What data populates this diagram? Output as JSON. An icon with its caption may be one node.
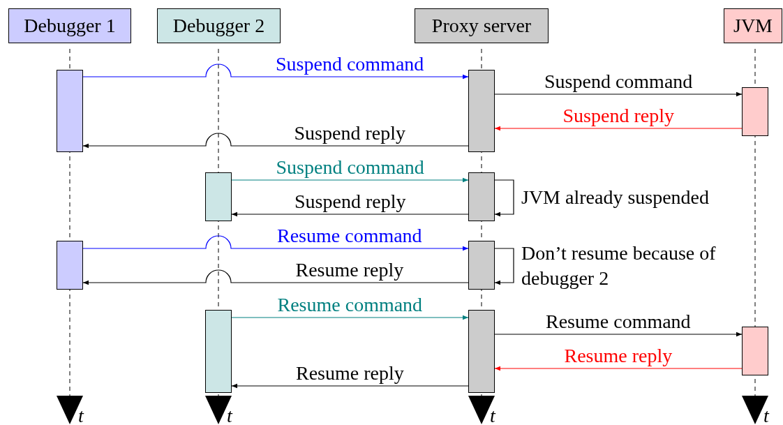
{
  "diagram": {
    "nodes": [
      {
        "text": [
          "Debugger 1"
        ]
      },
      {
        "text": [
          "Debugger 2"
        ]
      },
      {
        "text": [
          "Proxy server"
        ]
      },
      {
        "text": [
          "JVM"
        ]
      },
      {
        "text": [],
        "shape": "bar"
      },
      {
        "text": [],
        "shape": "bar"
      },
      {
        "text": [],
        "shape": "bar"
      },
      {
        "text": [],
        "shape": "bar"
      },
      {
        "text": [],
        "shape": "bar"
      },
      {
        "text": [],
        "shape": "bar"
      },
      {
        "text": [],
        "shape": "bar"
      },
      {
        "text": [],
        "shape": "bar"
      },
      {
        "text": [],
        "shape": "bar"
      },
      {
        "text": [],
        "shape": "bar"
      }
    ],
    "edges": [
      {
        "from": 4,
        "to": 5,
        "arrow": "to",
        "label": "Suspend command",
        "color": "#0000ff"
      },
      {
        "from": 5,
        "to": 6,
        "arrow": "to",
        "label": "Suspend command"
      },
      {
        "from": 6,
        "to": 5,
        "arrow": "to",
        "label": "Suspend reply",
        "color": "#ff0000"
      },
      {
        "from": 5,
        "to": 4,
        "arrow": "to",
        "label": "Suspend reply"
      },
      {
        "from": 7,
        "to": 8,
        "arrow": "to",
        "label": "Suspend command",
        "color": "#008080"
      },
      {
        "from": 8,
        "to": 8,
        "arrow": "to",
        "label": "JVM already suspended"
      },
      {
        "from": 8,
        "to": 7,
        "arrow": "to",
        "label": "Suspend reply"
      },
      {
        "from": 9,
        "to": 10,
        "arrow": "to",
        "label": "Resume command",
        "color": "#0000ff"
      },
      {
        "from": 10,
        "to": 10,
        "arrow": "to",
        "label": "Don’t resume because of debugger 2"
      },
      {
        "from": 10,
        "to": 9,
        "arrow": "to",
        "label": "Resume reply"
      },
      {
        "from": 11,
        "to": 12,
        "arrow": "to",
        "label": "Resume command",
        "color": "#008080"
      },
      {
        "from": 12,
        "to": 13,
        "arrow": "to",
        "label": "Resume command"
      },
      {
        "from": 13,
        "to": 12,
        "arrow": "to",
        "label": "Resume reply",
        "color": "#ff0000"
      },
      {
        "from": 12,
        "to": 11,
        "arrow": "to",
        "label": "Resume reply"
      }
    ],
    "labels": [
      "t",
      "t",
      "t",
      "t"
    ]
  }
}
